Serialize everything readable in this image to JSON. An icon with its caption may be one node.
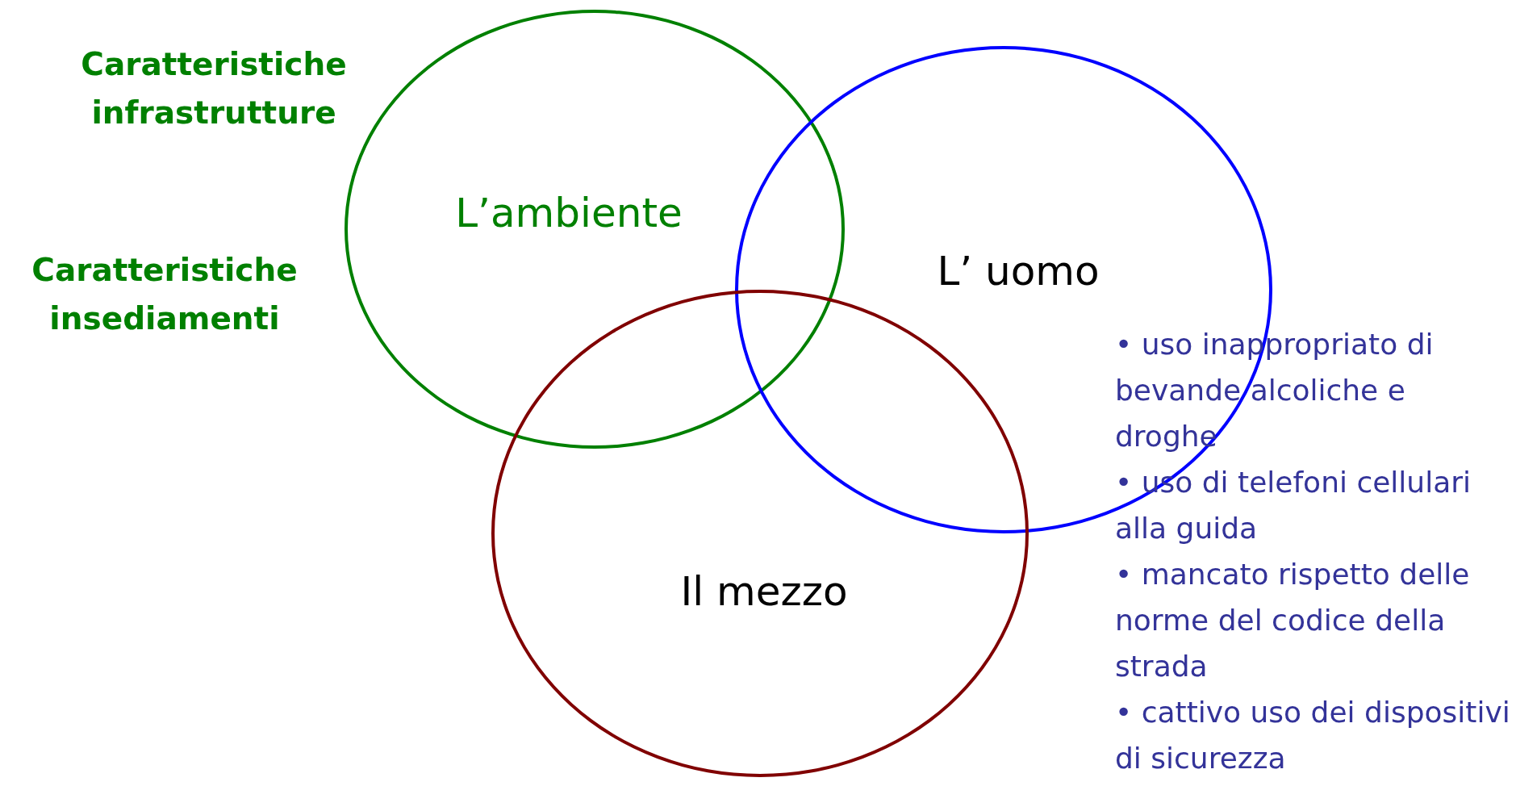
{
  "diagram": {
    "nodes": [
      {
        "text": [
          "L’ambiente"
        ],
        "beside": [
          "Caratteristiche infrastrutture",
          "Caratteristiche insediamenti"
        ]
      },
      {
        "text": [
          "L’ uomo"
        ],
        "beside": [
          "• uso inappropriato di bevande alcoliche e droghe",
          "• uso di telefoni cellulari alla guida",
          "• mancato rispetto delle norme del codice della strada",
          "• cattivo uso dei dispositivi di sicurezza"
        ]
      },
      {
        "text": [
          "Il mezzo"
        ]
      }
    ]
  }
}
